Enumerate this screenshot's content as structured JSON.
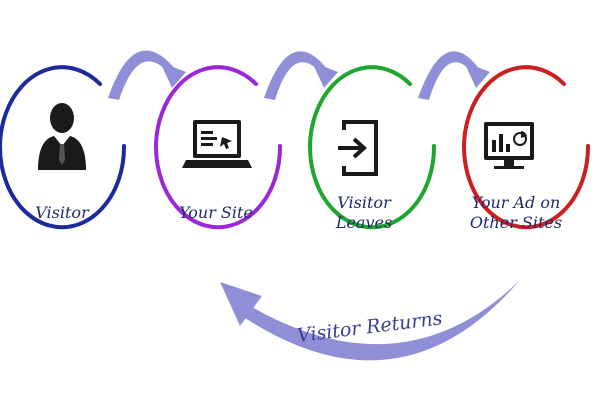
{
  "steps": [
    {
      "id": "visitor",
      "lines": [
        "Visitor"
      ],
      "color": "#1c2a9e",
      "icon": "person-icon"
    },
    {
      "id": "your-site",
      "lines": [
        "Your Site"
      ],
      "color": "#9b27d6",
      "icon": "laptop-icon"
    },
    {
      "id": "visitor-leaves",
      "lines": [
        "Visitor",
        "Leaves"
      ],
      "color": "#1ea62f",
      "icon": "exit-icon"
    },
    {
      "id": "your-ad",
      "lines": [
        "Your Ad on",
        "Other Sites"
      ],
      "color": "#cc1f1f",
      "icon": "monitor-chart-icon"
    }
  ],
  "return_label": "Visitor Returns",
  "colors": {
    "arrow": "#8f8fd8",
    "text": "#1f2a6b"
  }
}
